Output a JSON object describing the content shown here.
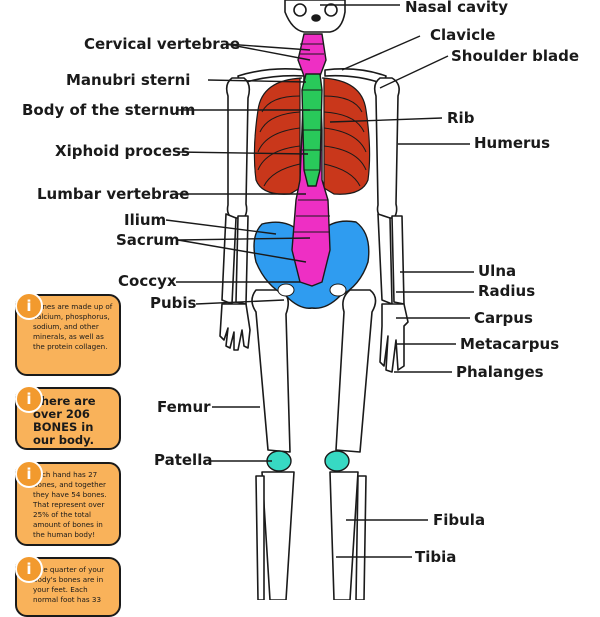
{
  "labels": {
    "nasal_cavity": "Nasal cavity",
    "cervical_vertebrae": "Cervical vertebrae",
    "clavicle": "Clavicle",
    "shoulder_blade": "Shoulder blade",
    "manubri_sterni": "Manubri sterni",
    "body_of_sternum": "Body of the sternum",
    "rib": "Rib",
    "humerus": "Humerus",
    "xiphoid_process": "Xiphoid process",
    "lumbar_vertebrae": "Lumbar vertebrae",
    "ilium": "Ilium",
    "sacrum": "Sacrum",
    "coccyx": "Coccyx",
    "pubis": "Pubis",
    "ulna": "Ulna",
    "radius": "Radius",
    "carpus": "Carpus",
    "metacarpus": "Metacarpus",
    "phalanges": "Phalanges",
    "femur": "Femur",
    "patella": "Patella",
    "fibula": "Fibula",
    "tibia": "Tibia"
  },
  "facts": [
    {
      "icon": "i",
      "text": "Bones are made up of calcium, phosphorus, sodium, and other minerals, as well as the protein collagen."
    },
    {
      "icon": "i",
      "text": "There are over 206 BONES in our body."
    },
    {
      "icon": "i",
      "text": "Each hand has 27 bones, and together they have 54 bones. That represent over 25% of the total amount of bones in the human body!"
    },
    {
      "icon": "i",
      "text": "One quarter of your body's bones are in your feet. Each normal foot has 33"
    }
  ],
  "colors": {
    "ribs": "#c9371b",
    "sternum": "#29c95a",
    "spine": "#ee2fc4",
    "pelvis": "#2f9cf0",
    "patella": "#37d9c3",
    "fact_box": "#f9b25a",
    "fact_icon": "#f29a2e"
  }
}
